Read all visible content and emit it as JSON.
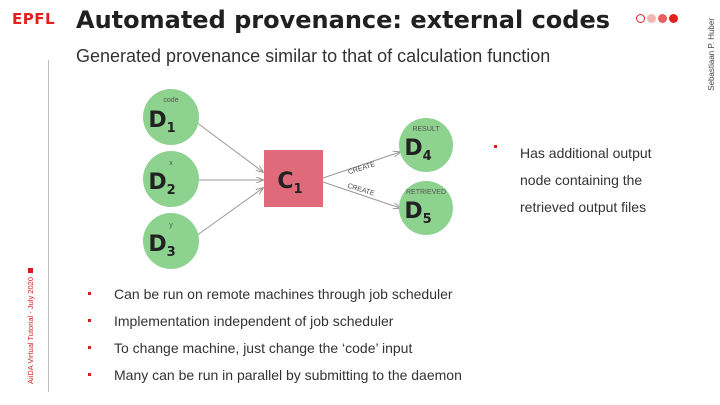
{
  "header": {
    "logo": "EPFL",
    "title": "Automated provenance: external codes",
    "subtitle": "Generated provenance similar to that of calculation function",
    "author": "Sebastiaan P. Huber",
    "dot_colors": [
      "#ffffff",
      "#f4b6b5",
      "#e8605f",
      "#e3201b"
    ]
  },
  "footer": {
    "text": "AiiDA Virtual Tutorial - July 2020"
  },
  "diagram": {
    "inputs": [
      {
        "label": "code",
        "letter": "D",
        "index": "1"
      },
      {
        "label": "x",
        "letter": "D",
        "index": "2"
      },
      {
        "label": "y",
        "letter": "D",
        "index": "3"
      }
    ],
    "process": {
      "letter": "C",
      "index": "1"
    },
    "outputs": [
      {
        "label": "RESULT",
        "letter": "D",
        "index": "4",
        "edge": "CREATE"
      },
      {
        "label": "RETRIEVED",
        "letter": "D",
        "index": "5",
        "edge": "CREATE"
      }
    ],
    "colors": {
      "data": "#8dd28f",
      "calc": "#df6a79",
      "edge": "#999999"
    }
  },
  "side_note": "Has additional output node containing the retrieved output files",
  "bullets": [
    "Can be run on remote machines through job scheduler",
    "Implementation independent of job scheduler",
    "To change machine, just change the ‘code’ input",
    "Many can be run in parallel by submitting to the daemon"
  ]
}
